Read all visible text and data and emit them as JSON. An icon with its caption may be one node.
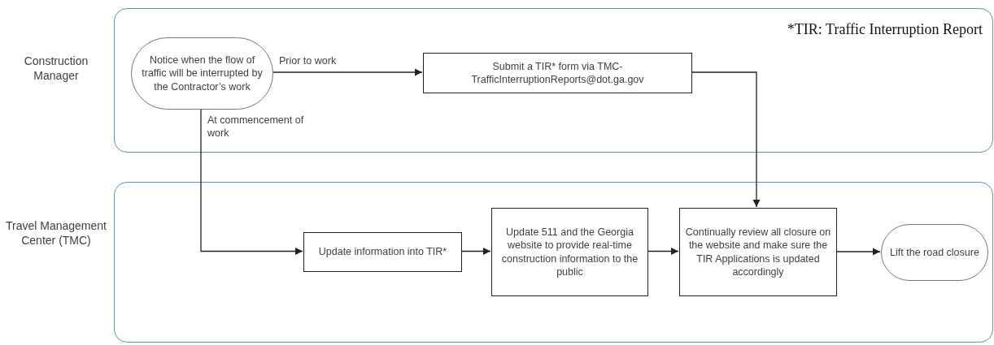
{
  "diagram": {
    "nodes": [
      {
        "text": [
          "Construction Manager"
        ]
      },
      {
        "text": [
          "Notice when the flow of traffic will be interrupted by the Contractor’s work"
        ],
        "in": 0
      },
      {
        "text": [
          "Submit a TIR* form via TMC-TrafficInterruptionReports@dot.ga.gov"
        ],
        "in": 0
      },
      {
        "text": [
          "Travel Management Center (TMC)"
        ]
      },
      {
        "text": [
          "Update information into TIR*"
        ],
        "in": 3
      },
      {
        "text": [
          "Update 511 and the Georgia website to provide real-time construction information to the public"
        ],
        "in": 3
      },
      {
        "text": [
          "Continually review all closure on the website and make sure the TIR Applications is updated accordingly"
        ],
        "in": 3
      },
      {
        "text": [
          "Lift the road closure"
        ],
        "in": 3
      }
    ],
    "edges": [
      {
        "from": 1,
        "to": 2,
        "arrow": "to",
        "label": "Prior to work"
      },
      {
        "from": 1,
        "to": 4,
        "arrow": "to",
        "label": "At commencement of work"
      },
      {
        "from": 2,
        "to": 6,
        "arrow": "to"
      },
      {
        "from": 4,
        "to": 5,
        "arrow": "to"
      },
      {
        "from": 5,
        "to": 6,
        "arrow": "to"
      },
      {
        "from": 6,
        "to": 7,
        "arrow": "to"
      }
    ],
    "labels": [
      "*TIR: Traffic Interruption Report"
    ]
  }
}
